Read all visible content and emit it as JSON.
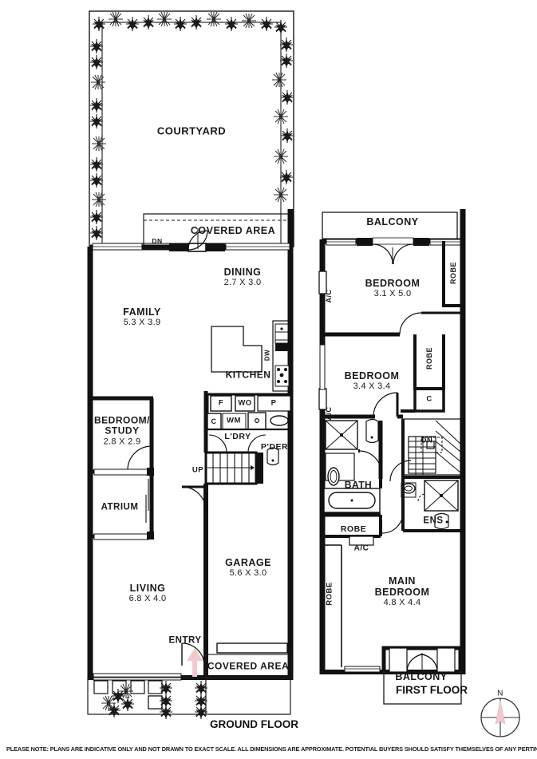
{
  "document": {
    "type": "real-estate-floor-plan",
    "disclaimer": "PLEASE NOTE: PLANS ARE INDICATIVE ONLY AND NOT DRAWN TO EXACT SCALE. ALL DIMENSIONS ARE APPROXIMATE. POTENTIAL BUYERS SHOULD SATISFY THEMSELVES OF ANY PERTINENT MATTERS."
  },
  "colors": {
    "wall": "#111111",
    "line": "#1a1a1a",
    "text": "#1a1a1a",
    "background": "#ffffff",
    "entry_arrow": "#f2c9cc",
    "compass_needle": "#f2c9cc"
  },
  "floors": [
    {
      "id": "ground",
      "name": "GROUND FLOOR",
      "rooms": [
        {
          "name": "COURTYARD",
          "dim": ""
        },
        {
          "name": "COVERED AREA",
          "dim": ""
        },
        {
          "name": "DINING",
          "dim": "2.7 X 3.0"
        },
        {
          "name": "FAMILY",
          "dim": "5.3 X 3.9"
        },
        {
          "name": "KITCHEN",
          "dim": ""
        },
        {
          "name": "BEDROOM/ STUDY",
          "dim": "2.8 X 2.9"
        },
        {
          "name": "ATRIUM",
          "dim": ""
        },
        {
          "name": "L'DRY",
          "dim": ""
        },
        {
          "name": "P'DER",
          "dim": ""
        },
        {
          "name": "GARAGE",
          "dim": "5.6 X 3.0"
        },
        {
          "name": "LIVING",
          "dim": "6.8 X 4.0"
        },
        {
          "name": "ENTRY",
          "dim": ""
        },
        {
          "name": "COVERED AREA",
          "dim": ""
        }
      ],
      "annotations": [
        {
          "label": "DN",
          "meaning": "stairs-down"
        },
        {
          "label": "UP",
          "meaning": "stairs-up"
        },
        {
          "label": "F",
          "meaning": "fridge"
        },
        {
          "label": "WO",
          "meaning": "wall-oven"
        },
        {
          "label": "P",
          "meaning": "pantry"
        },
        {
          "label": "C",
          "meaning": "cupboard"
        },
        {
          "label": "WM",
          "meaning": "washing-machine"
        },
        {
          "label": "DW",
          "meaning": "dishwasher"
        }
      ]
    },
    {
      "id": "first",
      "name": "FIRST FLOOR",
      "rooms": [
        {
          "name": "BALCONY",
          "dim": ""
        },
        {
          "name": "BEDROOM",
          "dim": "3.1 X 5.0"
        },
        {
          "name": "BEDROOM",
          "dim": "3.4 X 3.4"
        },
        {
          "name": "BATH",
          "dim": ""
        },
        {
          "name": "ENS",
          "dim": ""
        },
        {
          "name": "MAIN BEDROOM",
          "dim": "4.8 X 4.4"
        },
        {
          "name": "BALCONY",
          "dim": ""
        }
      ],
      "annotations": [
        {
          "label": "ROBE",
          "meaning": "wardrobe"
        },
        {
          "label": "A/C",
          "meaning": "air-conditioner"
        },
        {
          "label": "C",
          "meaning": "cupboard"
        },
        {
          "label": "DN",
          "meaning": "stairs-down"
        }
      ]
    }
  ],
  "ground_labels": {
    "courtyard": "COURTYARD",
    "covered_area_top": "COVERED AREA",
    "dn": "DN",
    "dining": "DINING",
    "dining_dim": "2.7 X 3.0",
    "family": "FAMILY",
    "family_dim": "5.3 X 3.9",
    "kitchen": "KITCHEN",
    "dw": "DW",
    "fridge": "F",
    "wall_oven": "WO",
    "pantry": "P",
    "cupboard": "C",
    "washing_machine": "WM",
    "laundry": "L'DRY",
    "powder": "P'DER",
    "bedroom_study_l1": "BEDROOM/",
    "bedroom_study_l2": "STUDY",
    "bedroom_study_dim": "2.8 X 2.9",
    "atrium": "ATRIUM",
    "up": "UP",
    "garage": "GARAGE",
    "garage_dim": "5.6 X 3.0",
    "living": "LIVING",
    "living_dim": "6.8 X 4.0",
    "entry": "ENTRY",
    "covered_area_bottom": "COVERED AREA",
    "floor_name": "GROUND FLOOR"
  },
  "first_labels": {
    "balcony_top": "BALCONY",
    "bedroom2": "BEDROOM",
    "bedroom2_dim": "3.1 X 5.0",
    "robe1": "ROBE",
    "ac1": "A/C",
    "bedroom3": "BEDROOM",
    "bedroom3_dim": "3.4 X 3.4",
    "robe2": "ROBE",
    "cupboard": "C",
    "ac2": "A/C",
    "bath": "BATH",
    "dn": "DN",
    "ens": "ENS",
    "robe3": "ROBE",
    "ac3": "A/C",
    "robe4": "ROBE",
    "main_l1": "MAIN",
    "main_l2": "BEDROOM",
    "main_dim": "4.8 X 4.4",
    "balcony_bottom": "BALCONY",
    "floor_name": "FIRST FLOOR"
  },
  "compass": {
    "north_label": "N"
  }
}
